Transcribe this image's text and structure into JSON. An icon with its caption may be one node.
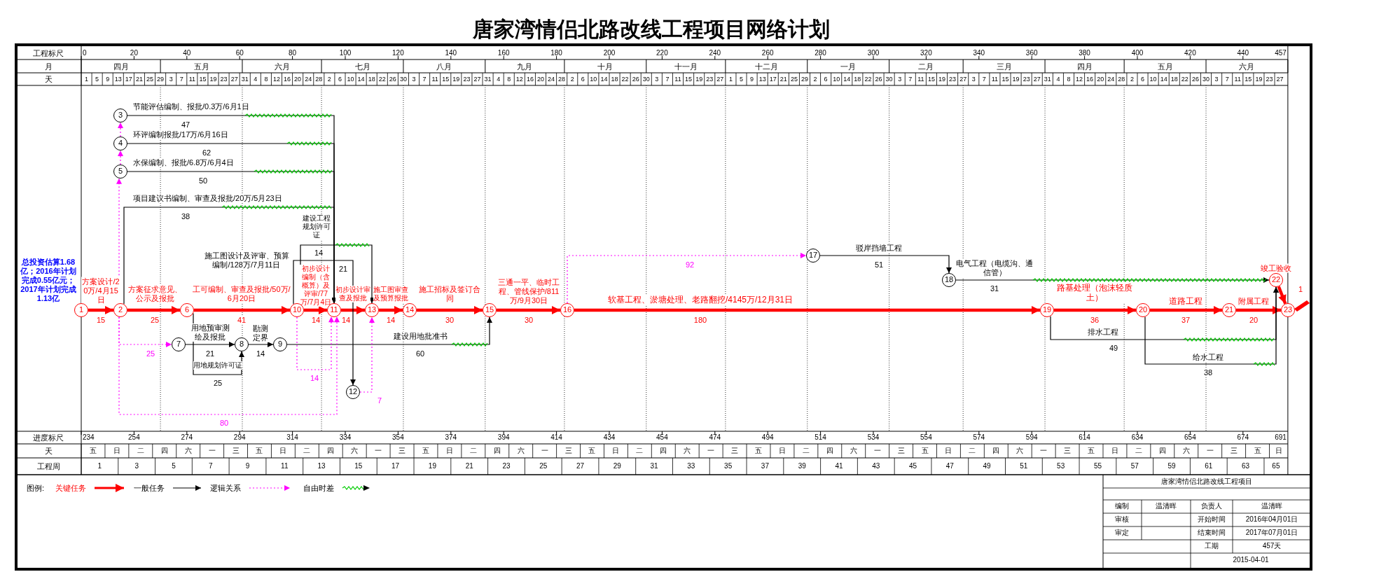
{
  "diagram": {
    "title": "唐家湾情侣北路改线工程项目网络计划",
    "nodes": [
      {
        "text": [
          "1"
        ]
      },
      {
        "text": [
          "2"
        ]
      },
      {
        "text": [
          "3"
        ]
      },
      {
        "text": [
          "4"
        ]
      },
      {
        "text": [
          "5"
        ]
      },
      {
        "text": [
          "6"
        ]
      },
      {
        "text": [
          "7"
        ]
      },
      {
        "text": [
          "8"
        ]
      },
      {
        "text": [
          "9"
        ]
      },
      {
        "text": [
          "10"
        ]
      },
      {
        "text": [
          "11"
        ]
      },
      {
        "text": [
          "12"
        ]
      },
      {
        "text": [
          "13"
        ]
      },
      {
        "text": [
          "14"
        ]
      },
      {
        "text": [
          "15"
        ]
      },
      {
        "text": [
          "16"
        ]
      },
      {
        "text": [
          "17"
        ]
      },
      {
        "text": [
          "18"
        ]
      },
      {
        "text": [
          "19"
        ]
      },
      {
        "text": [
          "20"
        ]
      },
      {
        "text": [
          "21"
        ]
      },
      {
        "text": [
          "22"
        ]
      },
      {
        "text": [
          "23"
        ]
      }
    ],
    "edges": [
      {
        "from": 0,
        "to": 1,
        "arrow": "to",
        "label": "方案设计/20万/4月15日",
        "style": "thick",
        "color": "#ff0000"
      },
      {
        "from": 1,
        "to": 5,
        "arrow": "to",
        "label": "方案征求意见、公示及报批",
        "style": "thick",
        "color": "#ff0000"
      },
      {
        "from": 5,
        "to": 9,
        "arrow": "to",
        "label": "工可编制、审查及报批/50万/6月20日",
        "style": "thick",
        "color": "#ff0000"
      },
      {
        "from": 9,
        "to": 10,
        "arrow": "to",
        "label": "初步设计编制（含概算）及评审/77万/7月4日",
        "style": "thick",
        "color": "#ff0000"
      },
      {
        "from": 10,
        "to": 12,
        "arrow": "to",
        "label": "初步设计审查及报批",
        "style": "thick",
        "color": "#ff0000"
      },
      {
        "from": 12,
        "to": 13,
        "arrow": "to",
        "label": "施工图审查及预算报批",
        "style": "thick",
        "color": "#ff0000"
      },
      {
        "from": 13,
        "to": 14,
        "arrow": "to",
        "label": "施工招标及签订合同",
        "style": "thick",
        "color": "#ff0000"
      },
      {
        "from": 14,
        "to": 15,
        "arrow": "to",
        "label": "三通一平、临时工程、管线保护/811万/9月30日",
        "style": "thick",
        "color": "#ff0000"
      },
      {
        "from": 15,
        "to": 18,
        "arrow": "to",
        "label": "软基工程、淤塘处理、老路翻挖/4145万/12月31日",
        "style": "thick",
        "color": "#ff0000"
      },
      {
        "from": 18,
        "to": 19,
        "arrow": "to",
        "label": "路基处理（泡沫轻质土）",
        "style": "thick",
        "color": "#ff0000"
      },
      {
        "from": 19,
        "to": 20,
        "arrow": "to",
        "label": "道路工程",
        "style": "thick",
        "color": "#ff0000"
      },
      {
        "from": 20,
        "to": 22,
        "arrow": "to",
        "label": "附属工程",
        "style": "thick",
        "color": "#ff0000"
      },
      {
        "from": 21,
        "to": 22,
        "arrow": "to",
        "label": "竣工验收",
        "style": "thick",
        "color": "#ff0000"
      },
      {
        "from": 1,
        "to": 4,
        "arrow": "to",
        "style": "dashed",
        "color": "#ff00ff"
      },
      {
        "from": 4,
        "to": 3,
        "arrow": "to",
        "style": "dashed",
        "color": "#ff00ff"
      },
      {
        "from": 3,
        "to": 2,
        "arrow": "to",
        "style": "dashed",
        "color": "#ff00ff"
      },
      {
        "from": 2,
        "to": 10,
        "arrow": "to",
        "label": "节能评估编制、报批/0.3万/6月1日"
      },
      {
        "from": 3,
        "to": 10,
        "arrow": "to",
        "label": "环评编制报批/17万/6月16日"
      },
      {
        "from": 4,
        "to": 10,
        "arrow": "to",
        "label": "水保编制、报批/6.8万/6月4日"
      },
      {
        "from": 1,
        "to": 10,
        "arrow": "to",
        "label": "项目建议书编制、审查及报批/20万/5月23日"
      },
      {
        "from": 1,
        "to": 6,
        "arrow": "to",
        "style": "dashed",
        "color": "#ff00ff"
      },
      {
        "from": 5,
        "to": 7,
        "arrow": "to",
        "label": "用地规划许可证"
      },
      {
        "from": 6,
        "to": 7,
        "arrow": "to",
        "label": "用地预审测绘及报批"
      },
      {
        "from": 7,
        "to": 8,
        "arrow": "to",
        "label": "勘测定界"
      },
      {
        "from": 8,
        "to": 14,
        "arrow": "to",
        "label": "建设用地批准书"
      },
      {
        "from": 9,
        "to": 12,
        "arrow": "to",
        "label": "建设工程规划许可证"
      },
      {
        "from": 9,
        "to": 11,
        "arrow": "to",
        "label": "施工图设计及评审、预算编制/128万/7月11日"
      },
      {
        "from": 9,
        "to": 10,
        "arrow": "to",
        "style": "dashed",
        "color": "#ff00ff"
      },
      {
        "from": 1,
        "to": 10,
        "arrow": "to",
        "style": "dashed",
        "color": "#ff00ff"
      },
      {
        "from": 11,
        "to": 12,
        "arrow": "to",
        "style": "dashed",
        "color": "#ff00ff"
      },
      {
        "from": 15,
        "to": 16,
        "arrow": "to",
        "style": "dashed",
        "color": "#ff00ff"
      },
      {
        "from": 16,
        "to": 17,
        "arrow": "to",
        "label": "驳岸挡墙工程"
      },
      {
        "from": 17,
        "to": 21,
        "arrow": "to",
        "label": "电气工程（电缆沟、通信管）"
      },
      {
        "from": 18,
        "to": 21,
        "arrow": "to",
        "label": "排水工程"
      },
      {
        "from": 19,
        "to": 21,
        "arrow": "to",
        "label": "给水工程"
      }
    ],
    "labels": [
      "工程标尺",
      "0",
      "20",
      "40",
      "60",
      "80",
      "100",
      "120",
      "140",
      "160",
      "180",
      "200",
      "220",
      "240",
      "260",
      "280",
      "300",
      "320",
      "340",
      "360",
      "380",
      "400",
      "420",
      "440",
      "457",
      "月",
      "四月",
      "五月",
      "六月",
      "七月",
      "八月",
      "九月",
      "十月",
      "十一月",
      "十二月",
      "一月",
      "二月",
      "三月",
      "四月",
      "五月",
      "六月",
      "天",
      "1",
      "5",
      "9",
      "13",
      "17",
      "21",
      "25",
      "29",
      "3",
      "7",
      "11",
      "15",
      "19",
      "23",
      "27",
      "31",
      "4",
      "8",
      "12",
      "16",
      "20",
      "24",
      "28",
      "2",
      "6",
      "10",
      "14",
      "18",
      "22",
      "26",
      "30",
      "3",
      "7",
      "11",
      "15",
      "19",
      "23",
      "27",
      "31",
      "4",
      "8",
      "12",
      "16",
      "20",
      "24",
      "28",
      "2",
      "6",
      "10",
      "14",
      "18",
      "22",
      "26",
      "30",
      "3",
      "7",
      "11",
      "15",
      "19",
      "23",
      "27",
      "1",
      "5",
      "9",
      "13",
      "17",
      "21",
      "25",
      "29",
      "2",
      "6",
      "10",
      "14",
      "18",
      "22",
      "26",
      "30",
      "3",
      "7",
      "11",
      "15",
      "19",
      "23",
      "27",
      "3",
      "7",
      "11",
      "15",
      "19",
      "23",
      "27",
      "31",
      "4",
      "8",
      "12",
      "16",
      "20",
      "24",
      "28",
      "2",
      "6",
      "10",
      "14",
      "18",
      "22",
      "26",
      "30",
      "3",
      "7",
      "11",
      "15",
      "19",
      "23",
      "27",
      "15",
      "25",
      "41",
      "14",
      "14",
      "14",
      "30",
      "30",
      "180",
      "36",
      "37",
      "20",
      "1",
      "47",
      "62",
      "50",
      "38",
      "25",
      "25",
      "21",
      "14",
      "60",
      "14",
      "21",
      "14",
      "80",
      "7",
      "92",
      "51",
      "31",
      "49",
      "38",
      "总投资估算1.68亿；2016年计划完成0.55亿元；2017年计划完成1.13亿",
      "进度标尺",
      "234",
      "254",
      "274",
      "294",
      "314",
      "334",
      "354",
      "374",
      "394",
      "414",
      "434",
      "454",
      "474",
      "494",
      "514",
      "534",
      "554",
      "574",
      "594",
      "614",
      "634",
      "654",
      "674",
      "691",
      "天",
      "五",
      "日",
      "二",
      "四",
      "六",
      "一",
      "三",
      "五",
      "日",
      "二",
      "四",
      "六",
      "一",
      "三",
      "五",
      "日",
      "二",
      "四",
      "六",
      "一",
      "三",
      "五",
      "日",
      "二",
      "四",
      "六",
      "一",
      "三",
      "五",
      "日",
      "二",
      "四",
      "六",
      "一",
      "三",
      "五",
      "日",
      "二",
      "四",
      "六",
      "一",
      "三",
      "五",
      "日",
      "二",
      "四",
      "六",
      "一",
      "三",
      "五",
      "日",
      "工程周",
      "1",
      "3",
      "5",
      "7",
      "9",
      "11",
      "13",
      "15",
      "17",
      "19",
      "21",
      "23",
      "25",
      "27",
      "29",
      "31",
      "33",
      "35",
      "37",
      "39",
      "41",
      "43",
      "45",
      "47",
      "49",
      "51",
      "53",
      "55",
      "57",
      "59",
      "61",
      "63",
      "65",
      "图例:",
      "唐家湾情侣北路改线工程项目",
      "编制",
      "温清晖",
      "负责人",
      "温清晖",
      "审核",
      "开始时间",
      "2016年04月01日",
      "审定",
      "结束时间",
      "2017年07月01日",
      "工期",
      "457天",
      "2015-04-01"
    ],
    "legend": [
      {
        "text": "关键任务"
      },
      {
        "text": "一般任务"
      },
      {
        "text": "逻辑关系"
      },
      {
        "text": "自由时差"
      }
    ]
  }
}
